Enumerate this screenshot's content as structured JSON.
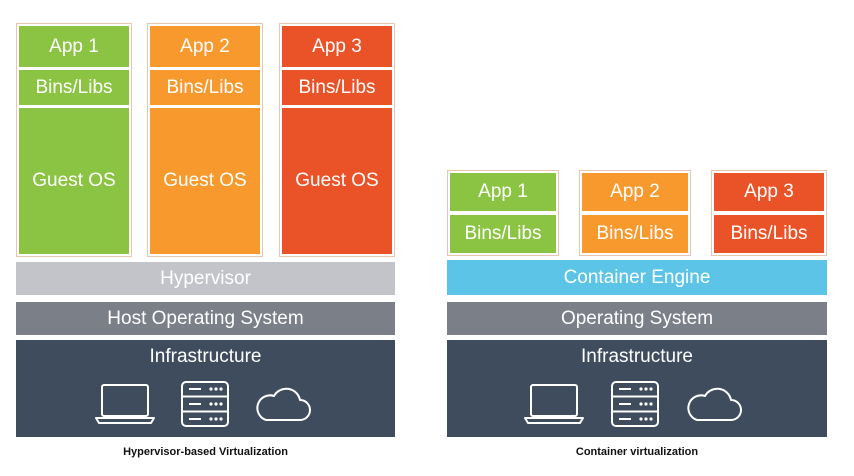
{
  "hypervisor_stack": {
    "apps": [
      {
        "app": "App 1",
        "libs": "Bins/Libs",
        "os": "Guest OS"
      },
      {
        "app": "App 2",
        "libs": "Bins/Libs",
        "os": "Guest OS"
      },
      {
        "app": "App 3",
        "libs": "Bins/Libs",
        "os": "Guest OS"
      }
    ],
    "hypervisor": "Hypervisor",
    "host_os": "Host Operating System",
    "infrastructure": "Infrastructure",
    "caption": "Hypervisor-based Virtualization"
  },
  "container_stack": {
    "apps": [
      {
        "app": "App 1",
        "libs": "Bins/Libs"
      },
      {
        "app": "App 2",
        "libs": "Bins/Libs"
      },
      {
        "app": "App 3",
        "libs": "Bins/Libs"
      }
    ],
    "engine": "Container Engine",
    "os": "Operating System",
    "infrastructure": "Infrastructure",
    "caption": "Container virtualization"
  },
  "icons": [
    "laptop-icon",
    "server-icon",
    "cloud-icon"
  ],
  "colors": {
    "green": "#8bc443",
    "orange": "#f7992d",
    "red": "#ea5327",
    "hypervisor_gray": "#c2c4c9",
    "os_gray": "#7b7f87",
    "engine_blue": "#5bc4e7",
    "infrastructure_navy": "#3f4c5e"
  }
}
